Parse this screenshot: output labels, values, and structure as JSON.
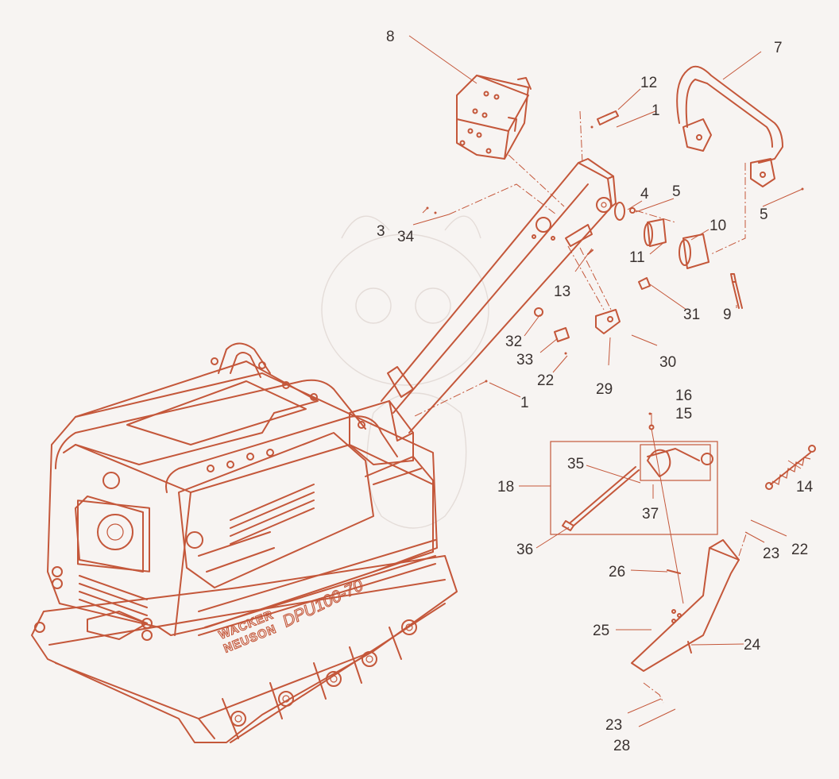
{
  "diagram": {
    "brand_line1": "WACKER",
    "brand_line2": "NEUSON",
    "model_label": "DPU100-70",
    "callouts": {
      "c1a": "1",
      "c1b": "1",
      "c3": "3",
      "c4": "4",
      "c5a": "5",
      "c5b": "5",
      "c7": "7",
      "c8": "8",
      "c9": "9",
      "c10": "10",
      "c11": "11",
      "c12": "12",
      "c13": "13",
      "c14": "14",
      "c15": "15",
      "c16": "16",
      "c18": "18",
      "c22a": "22",
      "c22b": "22",
      "c23a": "23",
      "c23b": "23",
      "c24": "24",
      "c25": "25",
      "c26": "26",
      "c28": "28",
      "c29": "29",
      "c30": "30",
      "c31": "31",
      "c32": "32",
      "c33": "33",
      "c34": "34",
      "c35": "35",
      "c36": "36",
      "c37": "37"
    }
  }
}
